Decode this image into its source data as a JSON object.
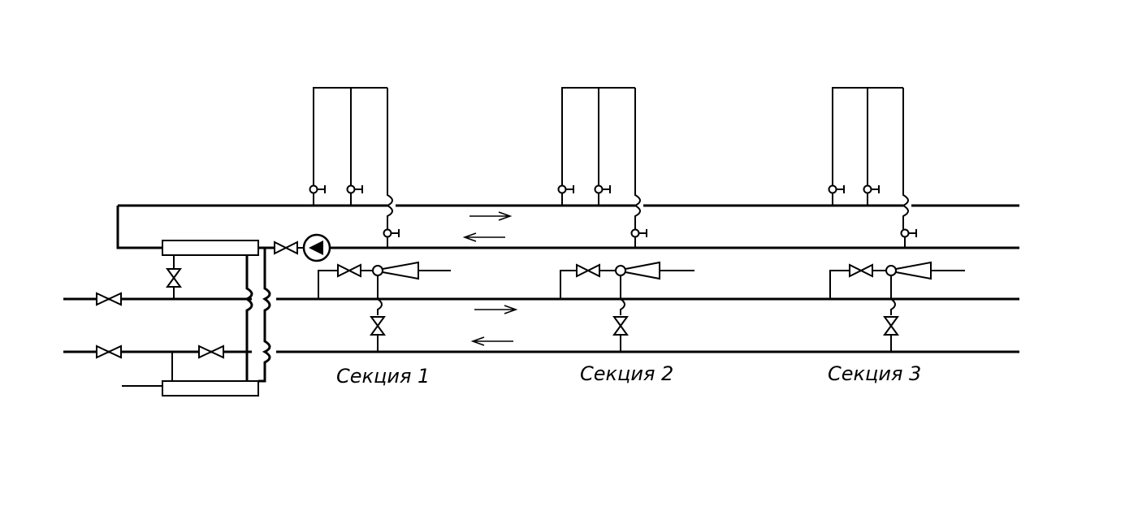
{
  "sections": [
    {
      "label": "Секция 1"
    },
    {
      "label": "Секция 2"
    },
    {
      "label": "Секция 3"
    }
  ]
}
